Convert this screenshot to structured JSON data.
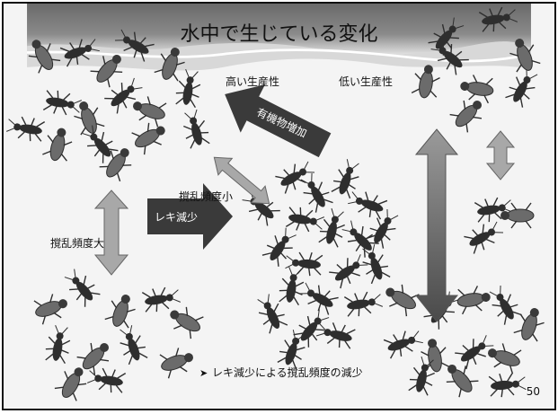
{
  "slide": {
    "title": "水中で生じている変化",
    "label_high_productivity": "高い生産性",
    "label_low_productivity": "低い生産性",
    "label_disturbance_large": "撹乱頻度大",
    "label_disturbance_small": "撹乱頻度小",
    "arrow_organic_increase": "有機物増加",
    "arrow_gravel_decrease": "レキ減少",
    "bullet_text": "レキ減少による撹乱頻度の減少",
    "page_number": "50"
  },
  "colors": {
    "background": "#f4f4f4",
    "arrow_dark": "#3a3a3a",
    "arrow_light": "#a8a8a8",
    "insect": "#2e2e2e"
  },
  "icons": [
    "insect-larva-icon",
    "double-arrow-icon",
    "block-arrow-icon",
    "bullet-arrow-icon"
  ]
}
